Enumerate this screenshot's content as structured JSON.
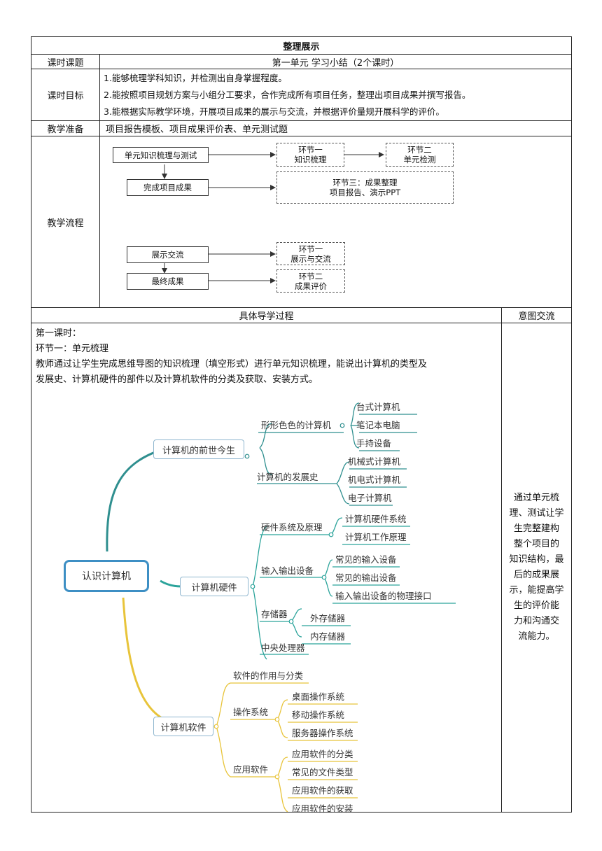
{
  "doc": {
    "title": "整理展示",
    "rows": {
      "topic_label": "课时课题",
      "topic_value": "第一单元 学习小结（2个课时）",
      "goals_label": "课时目标",
      "goals": [
        "1.能够梳理学科知识，并检测出自身掌握程度。",
        "2.能按照项目规划方案与小组分工要求，合作完成所有项目任务，整理出项目成果并撰写报告。",
        "3.能根据实际教学环境，开展项目成果的展示与交流，并根据评价量规开展科学的评价。"
      ],
      "prep_label": "教学准备",
      "prep_value": "项目报告模板、项目成果评价表、单元测试题",
      "flow_label": "教学流程"
    },
    "flow": {
      "b1": "单元知识梳理与测试",
      "b2_l1": "环节一",
      "b2_l2": "知识梳理",
      "b3_l1": "环节二",
      "b3_l2": "单元检测",
      "b4": "完成项目成果",
      "b5_l1": "环节三：成果整理",
      "b5_l2": "项目报告、演示PPT",
      "b6": "展示交流",
      "b7_l1": "环节一",
      "b7_l2": "展示与交流",
      "b8": "最终成果",
      "b9_l1": "环节二",
      "b9_l2": "成果评价"
    },
    "process_header": "具体导学过程",
    "intent_header": "意图交流",
    "process": {
      "lesson": "第一课时：",
      "stage": "环节一：单元梳理",
      "para_l1": "教师通过让学生完成思维导图的知识梳理（填空形式）进行单元知识梳理，能说出计算机的类型及",
      "para_l2": "发展史、计算机硬件的部件以及计算机软件的分类及获取、安装方式。"
    },
    "intent": {
      "lines": [
        "通过单元梳",
        "理、测试让学",
        "生完整建构",
        "整个项目的",
        "知识结构，最",
        "后的成果展",
        "示，能提高学",
        "生的评价能",
        "力和沟通交",
        "流能力。"
      ]
    }
  },
  "mindmap": {
    "root": "认识计算机",
    "b1": "计算机的前世今生",
    "b1_1": "形形色色的计算机",
    "b1_1_items": [
      "台式计算机",
      "笔记本电脑",
      "手持设备"
    ],
    "b1_2": "计算机的发展史",
    "b1_2_items": [
      "机械式计算机",
      "机电式计算机",
      "电子计算机"
    ],
    "b2": "计算机硬件",
    "b2_1": "硬件系统及原理",
    "b2_1_items": [
      "计算机硬件系统",
      "计算机工作原理"
    ],
    "b2_2": "输入输出设备",
    "b2_2_items": [
      "常见的输入设备",
      "常见的输出设备",
      "输入输出设备的物理接口"
    ],
    "b2_3": "存储器",
    "b2_3_items": [
      "外存储器",
      "内存储器"
    ],
    "b2_4": "中央处理器",
    "b3": "计算机软件",
    "b3_1": "软件的作用与分类",
    "b3_2": "操作系统",
    "b3_2_items": [
      "桌面操作系统",
      "移动操作系统",
      "服务器操作系统"
    ],
    "b3_3": "应用软件",
    "b3_3_items": [
      "应用软件的分类",
      "常见的文件类型",
      "应用软件的获取",
      "应用软件的安装"
    ]
  },
  "colors": {
    "branch1": "#2f8f8f",
    "branch2": "#2aa39a",
    "branch3": "#e8c43a",
    "root_border": "#3d8fc4"
  }
}
